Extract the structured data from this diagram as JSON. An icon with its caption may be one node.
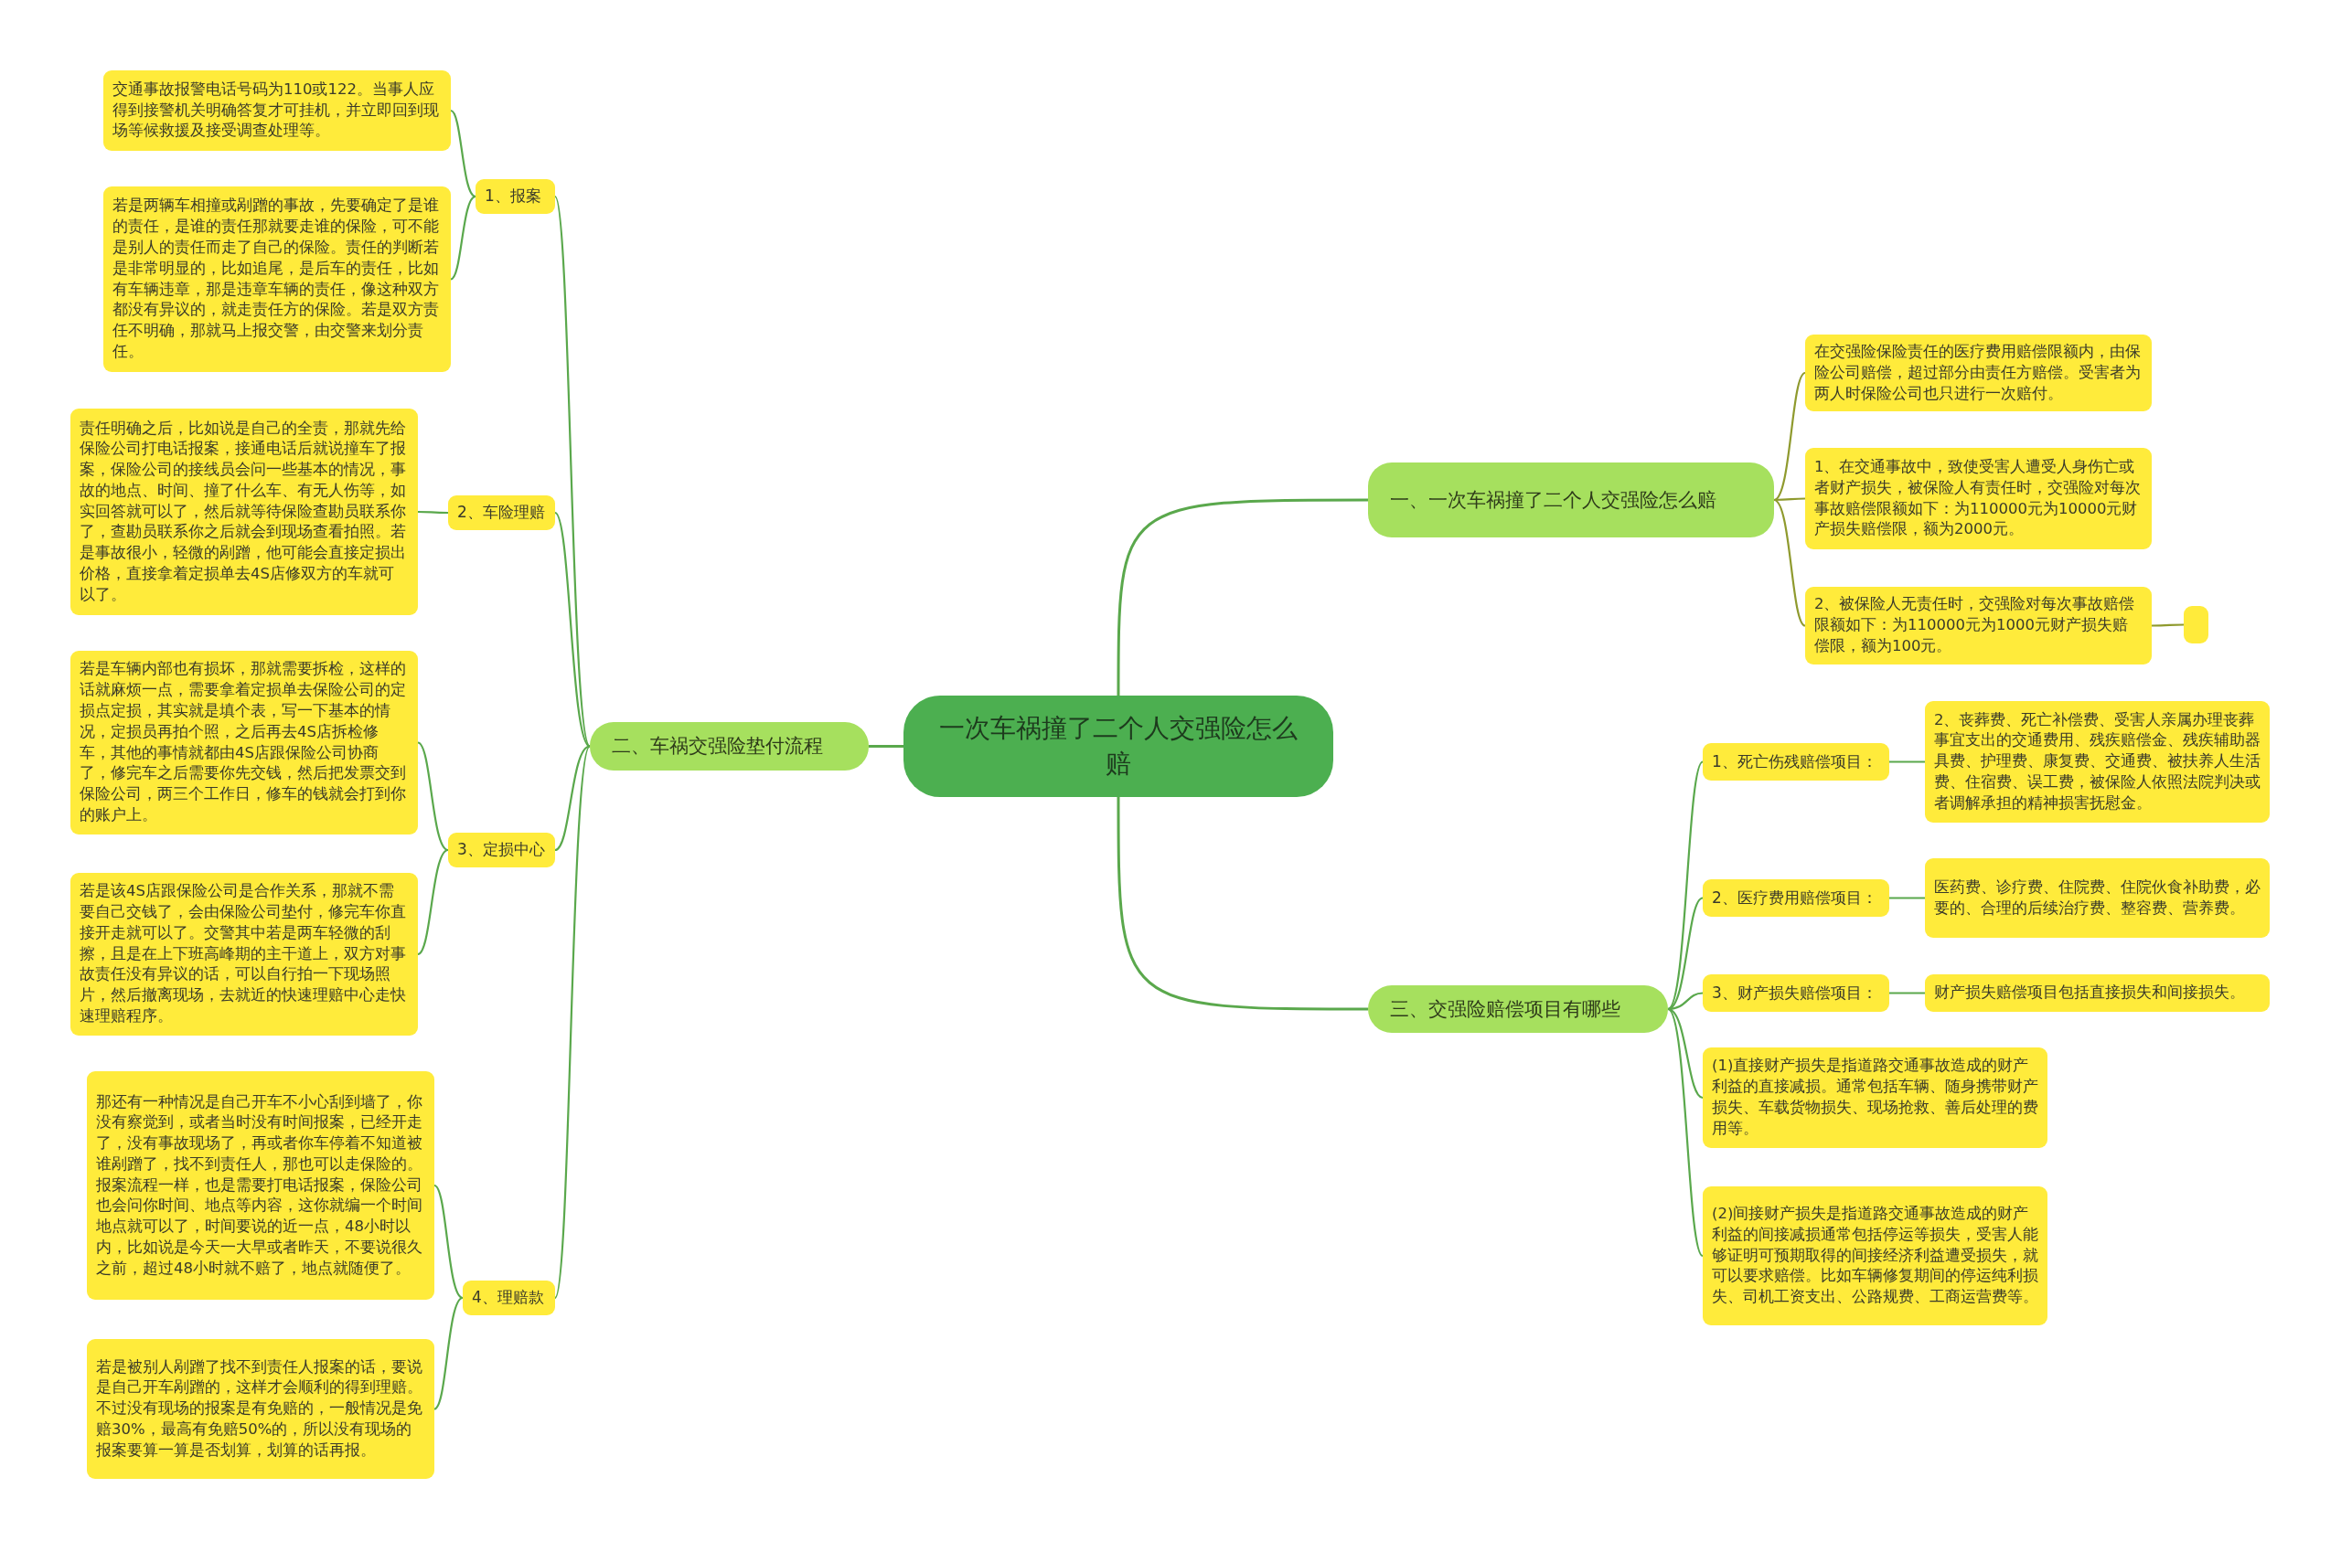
{
  "diagram": {
    "nodes": [
      {
        "text": [
          "一次车祸撞了二个人交强险怎么赔"
        ]
      },
      {
        "text": [
          "一、一次车祸撞了二个人交强险怎么赔"
        ]
      },
      {
        "text": [
          "在交强险保险责任的医疗费用赔偿限额内，由保险公司赔偿，超过部分由责任方赔偿。受害者为两人时保险公司也只进行一次赔付。"
        ]
      },
      {
        "text": [
          "1、在交通事故中，致使受害人遭受人身伤亡或者财产损失，被保险人有责任时，交强险对每次事故赔偿限额如下：为110000元为10000元财产损失赔偿限，额为2000元。"
        ]
      },
      {
        "text": [
          "2、被保险人无责任时，交强险对每次事故赔偿限额如下：为110000元为1000元财产损失赔偿限，额为100元。"
        ]
      },
      {
        "text": [],
        "shape": "box"
      },
      {
        "text": [
          "二、车祸交强险垫付流程"
        ]
      },
      {
        "text": [
          "1、报案"
        ]
      },
      {
        "text": [
          "交通事故报警电话号码为110或122。当事人应得到接警机关明确答复才可挂机，并立即回到现场等候救援及接受调查处理等。"
        ]
      },
      {
        "text": [
          "若是两辆车相撞或剐蹭的事故，先要确定了是谁的责任，是谁的责任那就要走谁的保险，可不能是别人的责任而走了自己的保险。责任的判断若是非常明显的，比如追尾，是后车的责任，比如有车辆违章，那是违章车辆的责任，像这种双方都没有异议的，就走责任方的保险。若是双方责任不明确，那就马上报交警，由交警来划分责任。"
        ]
      },
      {
        "text": [
          "2、车险理赔"
        ]
      },
      {
        "text": [
          "责任明确之后，比如说是自己的全责，那就先给保险公司打电话报案，接通电话后就说撞车了报案，保险公司的接线员会问一些基本的情况，事故的地点、时间、撞了什么车、有无人伤等，如实回答就可以了，然后就等待保险查勘员联系你了，查勘员联系你之后就会到现场查看拍照。若是事故很小，轻微的剐蹭，他可能会直接定损出价格，直接拿着定损单去4S店修双方的车就可以了。"
        ]
      },
      {
        "text": [
          "3、定损中心"
        ]
      },
      {
        "text": [
          "若是车辆内部也有损坏，那就需要拆检，这样的话就麻烦一点，需要拿着定损单去保险公司的定损点定损，其实就是填个表，写一下基本的情况，定损员再拍个照，之后再去4S店拆检修车，其他的事情就都由4S店跟保险公司协商了，修完车之后需要你先交钱，然后把发票交到保险公司，两三个工作日，修车的钱就会打到你的账户上。"
        ]
      },
      {
        "text": [
          "若是该4S店跟保险公司是合作关系，那就不需要自己交钱了，会由保险公司垫付，修完车你直接开走就可以了。交警其中若是两车轻微的刮擦，且是在上下班高峰期的主干道上，双方对事故责任没有异议的话，可以自行拍一下现场照片，然后撤离现场，去就近的快速理赔中心走快速理赔程序。"
        ]
      },
      {
        "text": [
          "4、理赔款"
        ]
      },
      {
        "text": [
          "那还有一种情况是自己开车不小心刮到墙了，你没有察觉到，或者当时没有时间报案，已经开走了，没有事故现场了，再或者你车停着不知道被谁剐蹭了，找不到责任人，那也可以走保险的。报案流程一样，也是需要打电话报案，保险公司也会问你时间、地点等内容，这你就编一个时间地点就可以了，时间要说的近一点，48小时以内，比如说是今天一大早或者昨天，不要说很久之前，超过48小时就不赔了，地点就随便了。"
        ]
      },
      {
        "text": [
          "若是被别人剐蹭了找不到责任人报案的话，要说是自己开车剐蹭的，这样才会顺利的得到理赔。不过没有现场的报案是有免赔的，一般情况是免赔30%，最高有免赔50%的，所以没有现场的报案要算一算是否划算，划算的话再报。"
        ]
      },
      {
        "text": [
          "三、交强险赔偿项目有哪些"
        ]
      },
      {
        "text": [
          "1、死亡伤残赔偿项目："
        ]
      },
      {
        "text": [
          "2、丧葬费、死亡补偿费、受害人亲属办理丧葬事宜支出的交通费用、残疾赔偿金、残疾辅助器具费、护理费、康复费、交通费、被扶养人生活费、住宿费、误工费，被保险人依照法院判决或者调解承担的精神损害抚慰金。"
        ]
      },
      {
        "text": [
          "2、医疗费用赔偿项目："
        ]
      },
      {
        "text": [
          "医药费、诊疗费、住院费、住院伙食补助费，必要的、合理的后续治疗费、整容费、营养费。"
        ]
      },
      {
        "text": [
          "3、财产损失赔偿项目："
        ]
      },
      {
        "text": [
          "财产损失赔偿项目包括直接损失和间接损失。"
        ]
      },
      {
        "text": [
          "(1)直接财产损失是指道路交通事故造成的财产利益的直接减损。通常包括车辆、随身携带财产损失、车载货物损失、现场抢救、善后处理的费用等。"
        ]
      },
      {
        "text": [
          "(2)间接财产损失是指道路交通事故造成的财产利益的间接减损通常包括停运等损失，受害人能够证明可预期取得的间接经济利益遭受损失，就可以要求赔偿。比如车辆修复期间的停运纯利损失、司机工资支出、公路规费、工商运营费等。"
        ]
      }
    ],
    "edges": [
      {
        "from": 0,
        "to": 1,
        "arrow": "none"
      },
      {
        "from": 1,
        "to": 2,
        "arrow": "none",
        "color": "#8f9a2e"
      },
      {
        "from": 1,
        "to": 3,
        "arrow": "none",
        "color": "#8f9a2e"
      },
      {
        "from": 1,
        "to": 4,
        "arrow": "none",
        "color": "#8f9a2e"
      },
      {
        "from": 4,
        "to": 5,
        "arrow": "none",
        "color": "#8f9a2e"
      },
      {
        "from": 0,
        "to": 6,
        "arrow": "none"
      },
      {
        "from": 6,
        "to": 7,
        "arrow": "none"
      },
      {
        "from": 7,
        "to": 8,
        "arrow": "none"
      },
      {
        "from": 7,
        "to": 9,
        "arrow": "none"
      },
      {
        "from": 6,
        "to": 10,
        "arrow": "none"
      },
      {
        "from": 10,
        "to": 11,
        "arrow": "none"
      },
      {
        "from": 6,
        "to": 12,
        "arrow": "none"
      },
      {
        "from": 12,
        "to": 13,
        "arrow": "none"
      },
      {
        "from": 12,
        "to": 14,
        "arrow": "none"
      },
      {
        "from": 6,
        "to": 15,
        "arrow": "none"
      },
      {
        "from": 15,
        "to": 16,
        "arrow": "none"
      },
      {
        "from": 15,
        "to": 17,
        "arrow": "none"
      },
      {
        "from": 0,
        "to": 18,
        "arrow": "none"
      },
      {
        "from": 18,
        "to": 19,
        "arrow": "none"
      },
      {
        "from": 19,
        "to": 20,
        "arrow": "none"
      },
      {
        "from": 18,
        "to": 21,
        "arrow": "none"
      },
      {
        "from": 21,
        "to": 22,
        "arrow": "none"
      },
      {
        "from": 18,
        "to": 23,
        "arrow": "none"
      },
      {
        "from": 23,
        "to": 24,
        "arrow": "none"
      },
      {
        "from": 18,
        "to": 25,
        "arrow": "none"
      },
      {
        "from": 18,
        "to": 26,
        "arrow": "none"
      }
    ]
  }
}
